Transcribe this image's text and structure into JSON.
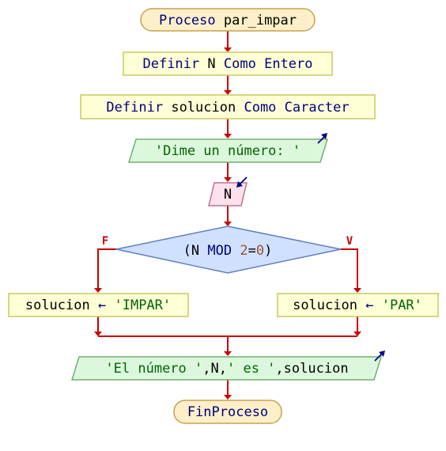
{
  "flow": {
    "start": {
      "keyword": "Proceso",
      "name": "par_impar"
    },
    "define_n": {
      "k1": "Definir",
      "var": "N",
      "k2": "Como",
      "type": "Entero"
    },
    "define_sol": {
      "k1": "Definir",
      "var": "solucion",
      "k2": "Como",
      "type": "Caracter"
    },
    "write_prompt": {
      "text": "'Dime un número: '"
    },
    "read_n": {
      "var": "N"
    },
    "decision": {
      "open": "(N",
      "op": "MOD",
      "num1": "2",
      "eq": "=",
      "num2": "0",
      "close": ")"
    },
    "false_label": "F",
    "true_label": "V",
    "assign_impar": {
      "var": "solucion",
      "arrow": "←",
      "value": "'IMPAR'"
    },
    "assign_par": {
      "var": "solucion",
      "arrow": "←",
      "value": "'PAR'"
    },
    "write_result": {
      "s1": "'El número '",
      "c1": ",",
      "v1": "N",
      "c2": ",",
      "s2": "' es '",
      "c3": ",",
      "v2": "solucion"
    },
    "end": {
      "keyword": "FinProceso"
    }
  },
  "colors": {
    "terminal_fill": "#fdf0c8",
    "terminal_stroke": "#c8a050",
    "process_fill": "#ffffd6",
    "process_stroke": "#c8c860",
    "io_fill": "#dcf8dc",
    "io_stroke": "#70b070",
    "read_fill": "#fce0ec",
    "read_stroke": "#c07090",
    "decision_fill": "#d0e0ff",
    "decision_stroke": "#6080c0",
    "edge": "#cc0000",
    "io_arrow": "#000080"
  },
  "icons": [
    "output-arrow-icon",
    "input-arrow-icon"
  ]
}
